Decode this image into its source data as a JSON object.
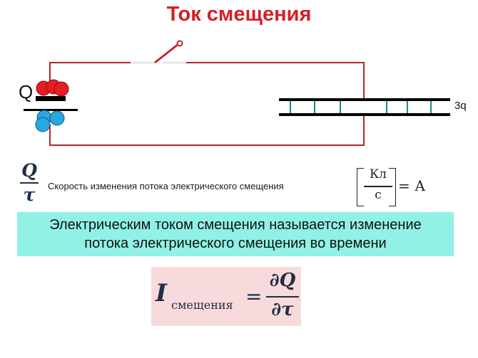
{
  "title": "Ток смещения",
  "circuit": {
    "charge_label": "Q",
    "plate_label": "3q",
    "wire_color": "#b8242e",
    "positive_charge_color": "#e31e24",
    "negative_charge_color": "#29a7e1",
    "field_line_color": "#1b8c86"
  },
  "rate": {
    "fraction_numerator": "Q",
    "fraction_denominator": "τ",
    "text": "Скорость изменения потока электрического смещения",
    "unit_numerator": "Кл",
    "unit_denominator": "с",
    "unit_equals": "=",
    "unit_result": "А"
  },
  "definition": {
    "line1": "Электрическим током смещения называется изменение",
    "line2": "потока электрического смещения во времени",
    "background": "#90f1e4"
  },
  "formula": {
    "lhs_symbol": "I",
    "lhs_subscript": "смещения",
    "equals": "=",
    "numerator": "∂Q",
    "denominator": "∂τ",
    "background": "#f9dadc"
  }
}
